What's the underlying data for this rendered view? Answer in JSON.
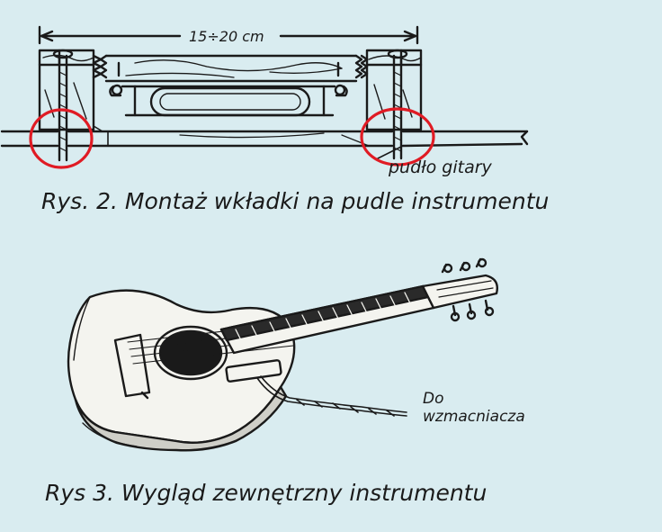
{
  "figure1": {
    "dimension_label": "15÷20 cm",
    "body_label": "pudło gitary",
    "caption": "Rys. 2. Montaż wkładki na pudle instrumentu"
  },
  "figure2": {
    "amp_label_line1": "Do",
    "amp_label_line2": "wzmacniacza",
    "caption": "Rys 3. Wygląd zewnętrzny instrumentu"
  },
  "colors": {
    "background": "#d9ecf0",
    "ink": "#1a1a1a",
    "highlight": "#e01b24"
  }
}
